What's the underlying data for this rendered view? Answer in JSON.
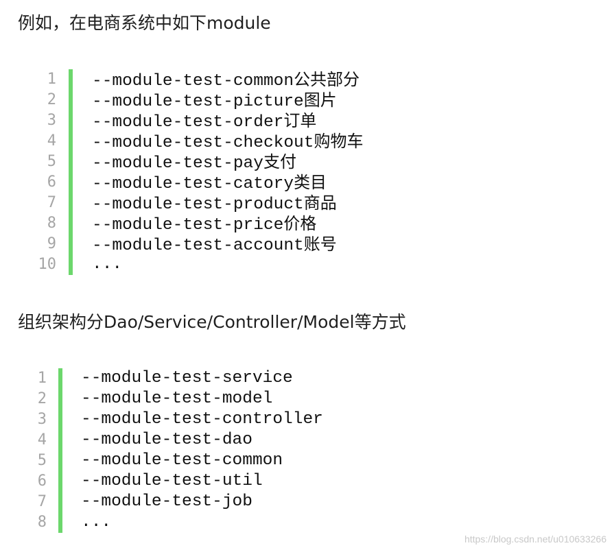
{
  "intro_text": "例如，在电商系统中如下module",
  "block1": {
    "lines": [
      {
        "num": "1",
        "code": "--module-test-common",
        "note": "公共部分"
      },
      {
        "num": "2",
        "code": "--module-test-picture",
        "note": "图片"
      },
      {
        "num": "3",
        "code": "--module-test-order",
        "note": "订单"
      },
      {
        "num": "4",
        "code": "--module-test-checkout",
        "note": "购物车"
      },
      {
        "num": "5",
        "code": "--module-test-pay",
        "note": "支付"
      },
      {
        "num": "6",
        "code": "--module-test-catory",
        "note": "类目"
      },
      {
        "num": "7",
        "code": "--module-test-product",
        "note": "商品"
      },
      {
        "num": "8",
        "code": "--module-test-price",
        "note": "价格"
      },
      {
        "num": "9",
        "code": "--module-test-account",
        "note": "账号"
      },
      {
        "num": "10",
        "code": "...",
        "note": ""
      }
    ]
  },
  "middle_text": "组织架构分Dao/Service/Controller/Model等方式",
  "block2": {
    "lines": [
      {
        "num": "1",
        "code": "--module-test-service",
        "note": ""
      },
      {
        "num": "2",
        "code": "--module-test-model",
        "note": ""
      },
      {
        "num": "3",
        "code": "--module-test-controller",
        "note": ""
      },
      {
        "num": "4",
        "code": "--module-test-dao",
        "note": ""
      },
      {
        "num": "5",
        "code": "--module-test-common",
        "note": ""
      },
      {
        "num": "6",
        "code": "--module-test-util",
        "note": ""
      },
      {
        "num": "7",
        "code": "--module-test-job",
        "note": ""
      },
      {
        "num": "8",
        "code": "...",
        "note": ""
      }
    ]
  },
  "watermark": "https://blog.csdn.net/u010633266",
  "colors": {
    "gutter_bar": "#6cd76c",
    "line_number": "#a5a5a5",
    "watermark": "#c8c8c8"
  }
}
